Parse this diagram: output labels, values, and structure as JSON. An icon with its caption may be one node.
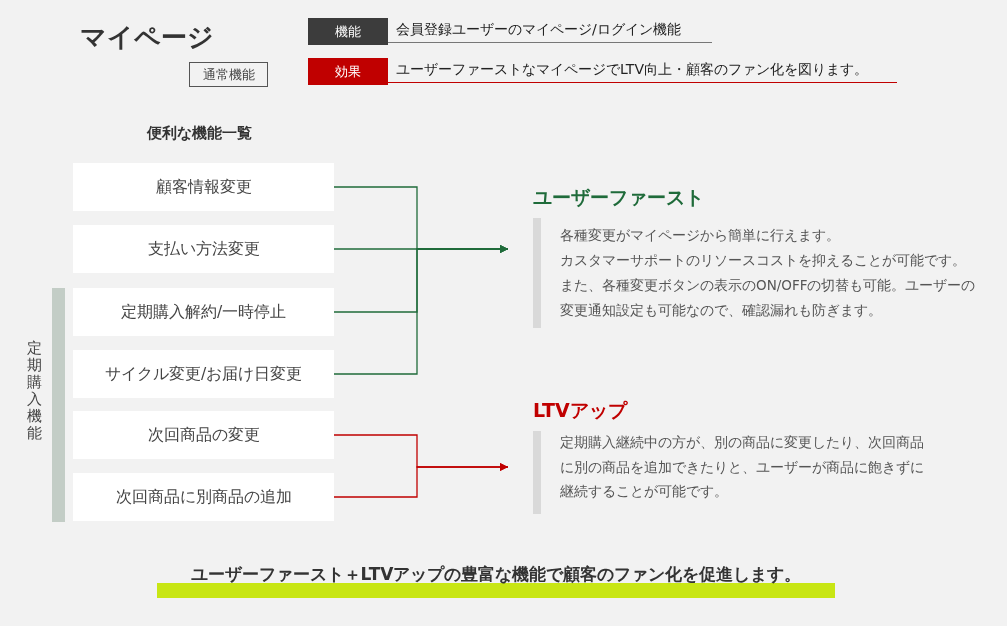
{
  "diagram": {
    "title": "マイページ",
    "caption": "ユーザーファースト＋LTVアップの豊富な機能で顧客のファン化を促進します。",
    "nodes": [
      {
        "text": [
          "顧客情報変更"
        ]
      },
      {
        "text": [
          "支払い方法変更"
        ]
      },
      {
        "text": [
          "定期購入解約/一時停止"
        ]
      },
      {
        "text": [
          "サイクル変更/お届け日変更"
        ]
      },
      {
        "text": [
          "次回商品の変更"
        ]
      },
      {
        "text": [
          "次回商品に別商品の追加"
        ]
      },
      {
        "text": [
          "ユーザーファースト",
          "各種変更がマイページから簡単に行えます。",
          "カスタマーサポートのリソースコストを抑えることが可能です。",
          "また、各種変更ボタンの表示のON/OFFの切替も可能。ユーザーの変更通知設定も可能なので、確認漏れも防ぎます。"
        ]
      },
      {
        "text": [
          "LTVアップ",
          "定期購入継続中の方が、別の商品に変更したり、次回商品に別の商品を追加できたりと、ユーザーが商品に飽きずに継続することが可能です。"
        ]
      },
      {
        "text": [
          "機能"
        ],
        "beside": [
          "会員登録ユーザーのマイページ/ログイン機能"
        ]
      },
      {
        "text": [
          "効果"
        ],
        "beside": [
          "ユーザーファーストなマイページでLTV向上・顧客のファン化を図ります。"
        ]
      },
      {
        "text": [
          "通常機能"
        ]
      }
    ],
    "edges": [
      {
        "from": 0,
        "to": 6,
        "arrow": "to",
        "color": "#1f6b3a"
      },
      {
        "from": 1,
        "to": 6,
        "arrow": "to",
        "color": "#1f6b3a"
      },
      {
        "from": 2,
        "to": 6,
        "arrow": "to",
        "color": "#1f6b3a"
      },
      {
        "from": 3,
        "to": 6,
        "arrow": "to",
        "color": "#1f6b3a"
      },
      {
        "from": 4,
        "to": 7,
        "arrow": "to",
        "color": "#c00000"
      },
      {
        "from": 5,
        "to": 7,
        "arrow": "to",
        "color": "#c00000"
      }
    ],
    "labels": [
      "便利な機能一覧",
      "定期購入機能"
    ]
  }
}
